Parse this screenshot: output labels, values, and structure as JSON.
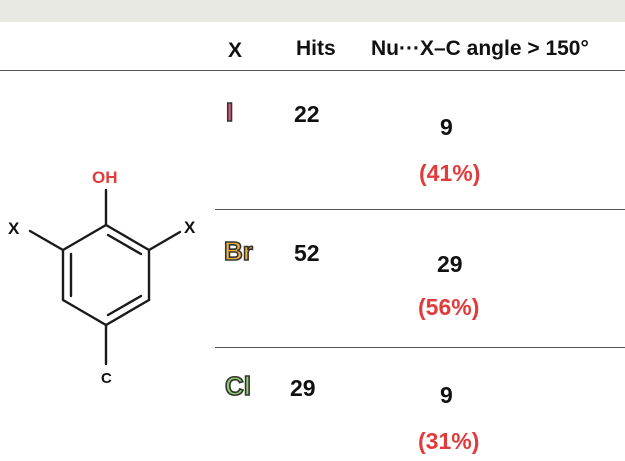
{
  "header": {
    "col_x": "X",
    "col_hits": "Hits",
    "col_angle": "Nu···X–C angle > 150°"
  },
  "rows": [
    {
      "x": "I",
      "hits": "22",
      "count": "9",
      "percent": "(41%)",
      "x_color": "#e05a7a"
    },
    {
      "x": "Br",
      "hits": "52",
      "count": "29",
      "percent": "(56%)",
      "x_color": "#f2b33d"
    },
    {
      "x": "Cl",
      "hits": "29",
      "count": "9",
      "percent": "(31%)",
      "x_color": "#8fce6a"
    }
  ],
  "molecule": {
    "oh_label": "OH",
    "left_label": "X",
    "right_label": "X",
    "bottom_label": "C"
  },
  "colors": {
    "accent_red": "#e23b3b",
    "text": "#111111",
    "top_band": "#e9e9e4"
  }
}
